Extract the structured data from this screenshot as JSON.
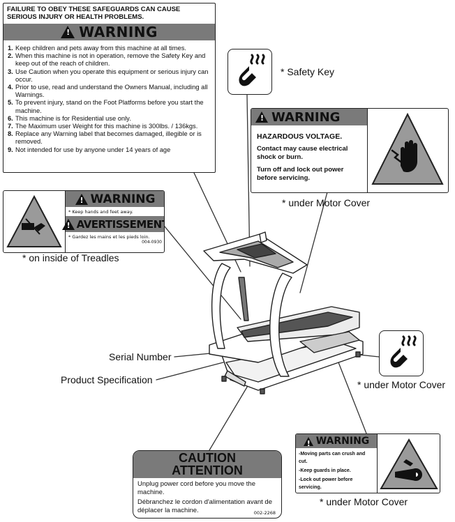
{
  "main_warning": {
    "header": "FAILURE TO OBEY THESE SAFEGUARDS CAN CAUSE SERIOUS INJURY OR HEALTH PROBLEMS.",
    "title": "WARNING",
    "items": [
      {
        "num": "1.",
        "text": "Keep children and pets away from this machine at all times."
      },
      {
        "num": "2.",
        "text": "When this machine is not in operation, remove the Safety Key and keep out of the reach of children."
      },
      {
        "num": "3.",
        "text": "Use Caution when you operate this equipment or serious injury can occur."
      },
      {
        "num": "4.",
        "text": "Prior to use, read and understand the Owners Manual, including all Warnings."
      },
      {
        "num": "5.",
        "text": "To prevent injury, stand on the Foot Platforms before you start the machine."
      },
      {
        "num": "6.",
        "text": "This machine is for Residential use only."
      },
      {
        "num": "7.",
        "text": "The Maximum user Weight for this machine is 300lbs. / 136kgs."
      },
      {
        "num": "8.",
        "text": "Replace any Warning label that becomes damaged, illegible or is removed."
      },
      {
        "num": "9.",
        "text": "Not intended for use by anyone under 14 years of age"
      }
    ]
  },
  "safety_key": {
    "label": "* Safety Key",
    "icon": "magnet-key-icon"
  },
  "voltage_warning": {
    "title": "WARNING",
    "line1": "HAZARDOUS VOLTAGE.",
    "line2": "Contact may cause electrical shock or burn.",
    "line3": "Turn off and lock out power before servicing.",
    "location": "* under Motor Cover",
    "icon": "electric-hand-icon"
  },
  "treadle_warning": {
    "title": "WARNING",
    "text_en": "* Keep hands and feet away.",
    "title_fr": "AVERTISSEMENT",
    "text_fr": "* Gardez les mains et les pieds loin.",
    "code": "004-0930",
    "location": "* on inside of Treadles",
    "icon": "crush-hand-icon"
  },
  "labels": {
    "serial": "Serial Number",
    "spec": "Product Specification"
  },
  "motor_key": {
    "location": "* under Motor Cover",
    "icon": "magnet-key-icon"
  },
  "moving_parts": {
    "title": "WARNING",
    "line1": "-Moving parts can crush and cut.",
    "line2": "-Keep guards in place.",
    "line3": "-Lock out power before servicing.",
    "location": "* under Motor Cover",
    "icon": "belt-pinch-icon"
  },
  "caution": {
    "title1": "CAUTION",
    "title2": "ATTENTION",
    "line_en": "Unplug power cord before you move the machine.",
    "line_fr": "Débranchez le cordon d'alimentation avant de déplacer la machine.",
    "code": "002-2268"
  }
}
